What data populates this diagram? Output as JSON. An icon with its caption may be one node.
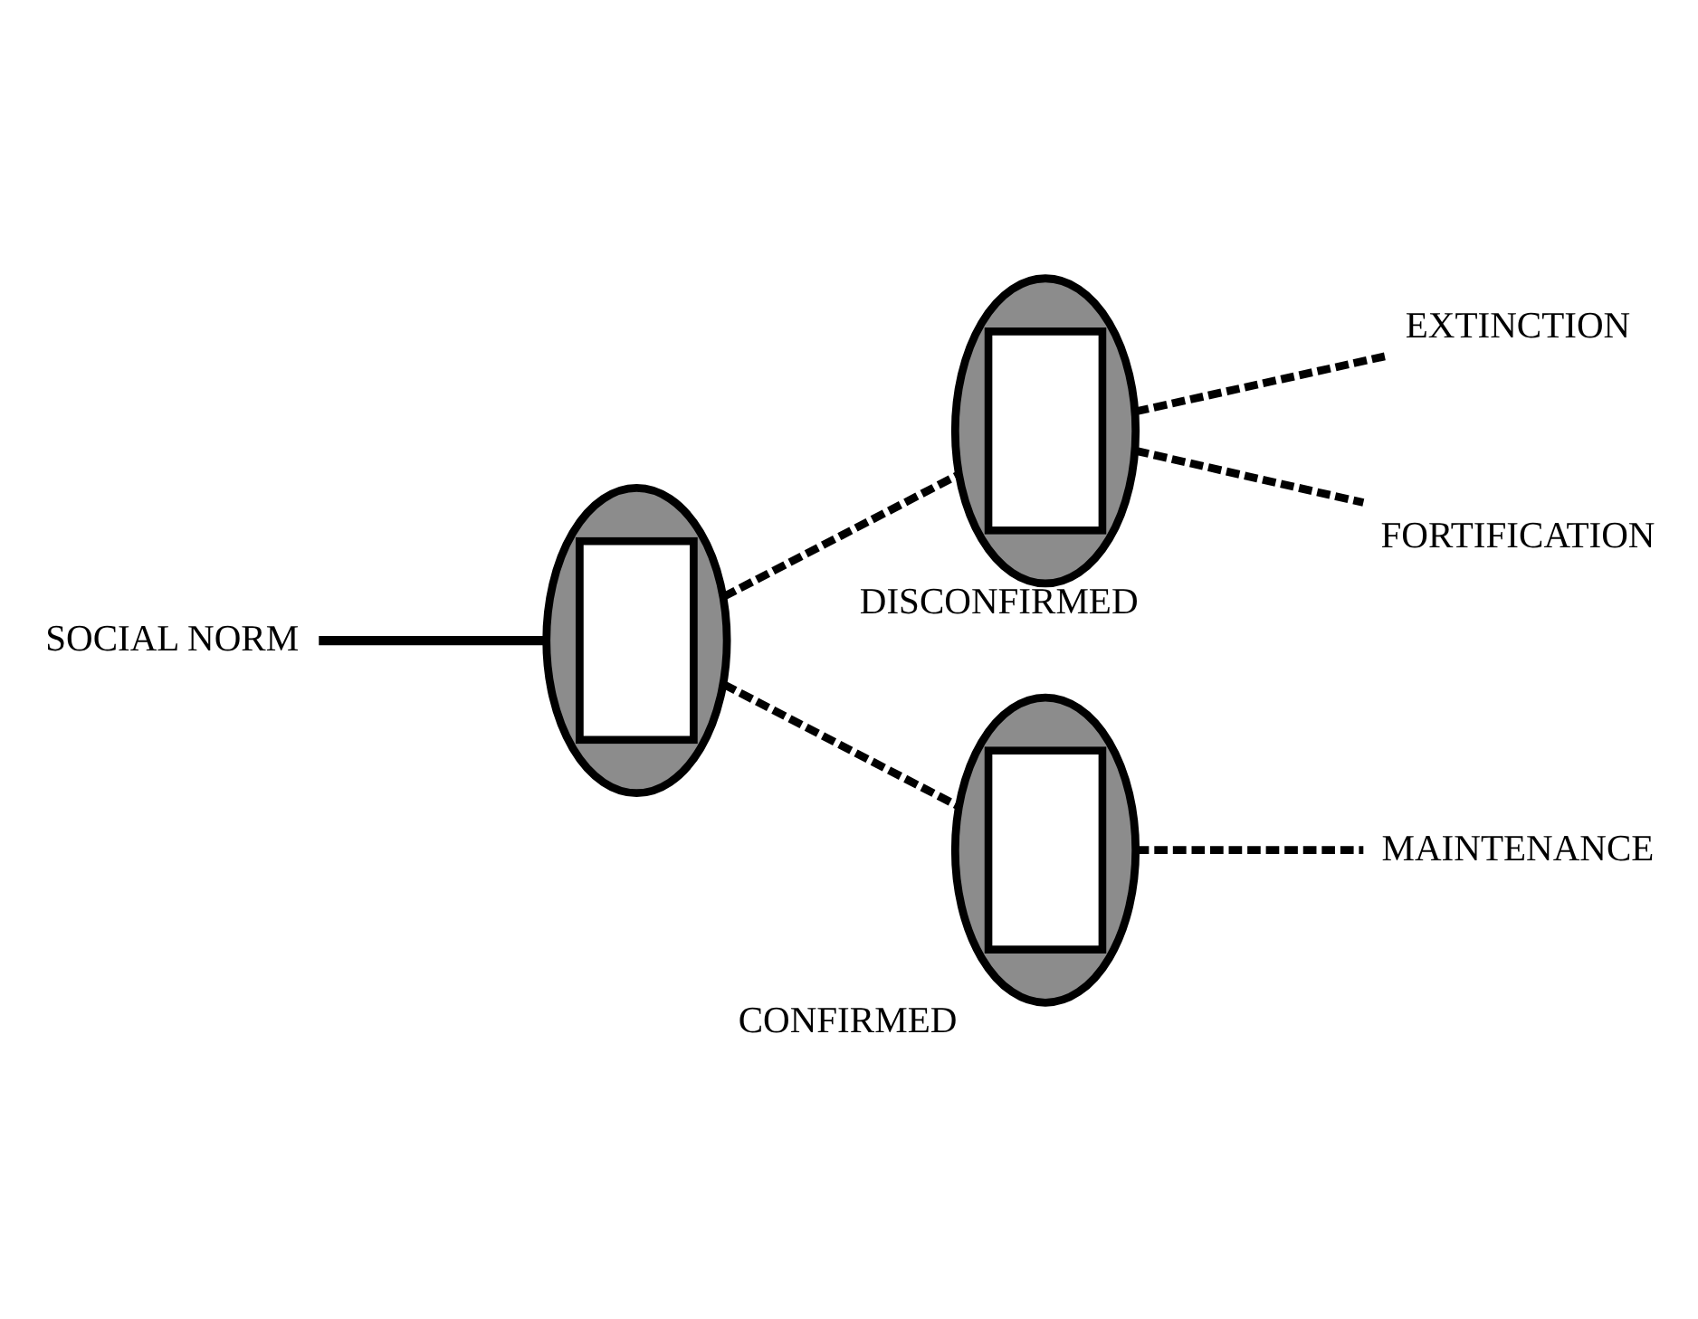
{
  "diagram": {
    "nodes": [
      {
        "text": [
          "SOCIAL NORM"
        ]
      },
      {
        "text": [],
        "shape": "ellipse"
      },
      {
        "text": [
          "DISCONFIRMED"
        ]
      },
      {
        "text": [
          "CONFIRMED"
        ]
      },
      {
        "text": [
          "EXTINCTION"
        ]
      },
      {
        "text": [
          "FORTIFICATION"
        ]
      },
      {
        "text": [
          "MAINTENANCE"
        ]
      }
    ],
    "edges": [
      {
        "from": 0,
        "to": 1,
        "arrow": "none"
      },
      {
        "from": 1,
        "to": 2,
        "arrow": "none",
        "style": "dashed"
      },
      {
        "from": 1,
        "to": 3,
        "arrow": "none",
        "style": "dashed"
      },
      {
        "from": 2,
        "to": 4,
        "arrow": "none",
        "style": "dashed"
      },
      {
        "from": 2,
        "to": 5,
        "arrow": "none",
        "style": "dashed"
      },
      {
        "from": 3,
        "to": 6,
        "arrow": "none",
        "style": "dashed"
      }
    ]
  }
}
